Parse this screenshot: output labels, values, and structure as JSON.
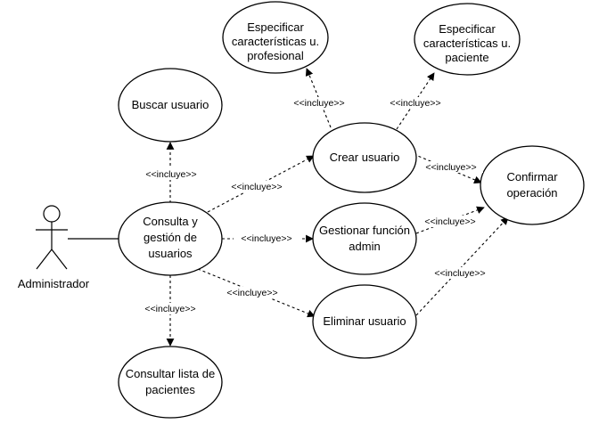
{
  "actor": {
    "label": "Administrador"
  },
  "use_cases": {
    "buscar": [
      "Buscar usuario"
    ],
    "consulta": [
      "Consulta y",
      "gestión de",
      "usuarios"
    ],
    "consultar_lista": [
      "Consultar lista de",
      "pacientes"
    ],
    "crear": [
      "Crear usuario"
    ],
    "gestionar": [
      "Gestionar función",
      "admin"
    ],
    "eliminar": [
      "Eliminar usuario"
    ],
    "confirmar": [
      "Confirmar",
      "operación"
    ],
    "espec_prof": [
      "Especificar",
      "características u.",
      "profesional"
    ],
    "espec_pac": [
      "Especificar",
      "características u.",
      "paciente"
    ]
  },
  "relationship_label": "<<incluye>>"
}
